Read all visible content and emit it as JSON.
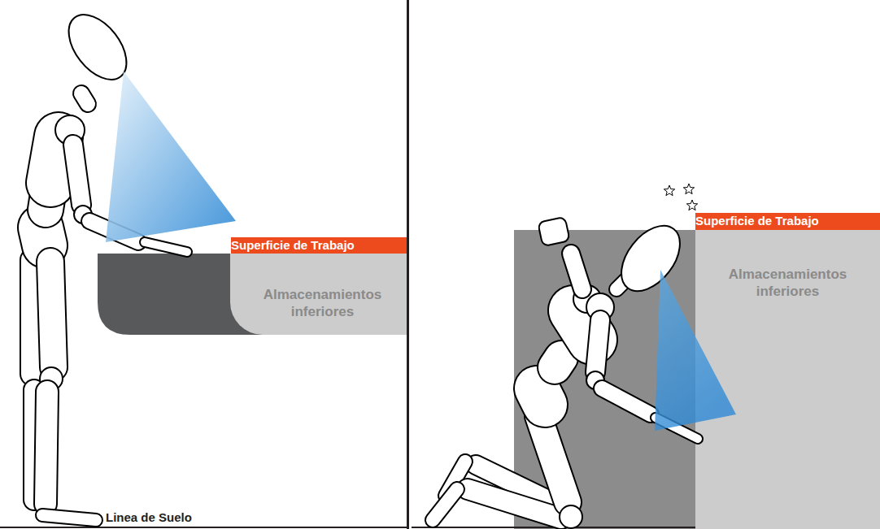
{
  "diagram": {
    "nodes": [
      {
        "text": [
          "Superficie de Trabajo"
        ]
      },
      {
        "text": [
          "Almacenamientos inferiores"
        ]
      },
      {
        "text": [
          "Superficie de Trabajo"
        ]
      },
      {
        "text": [
          "Almacenamientos inferiores"
        ]
      }
    ],
    "labels": [
      "Linea de Suelo"
    ]
  }
}
